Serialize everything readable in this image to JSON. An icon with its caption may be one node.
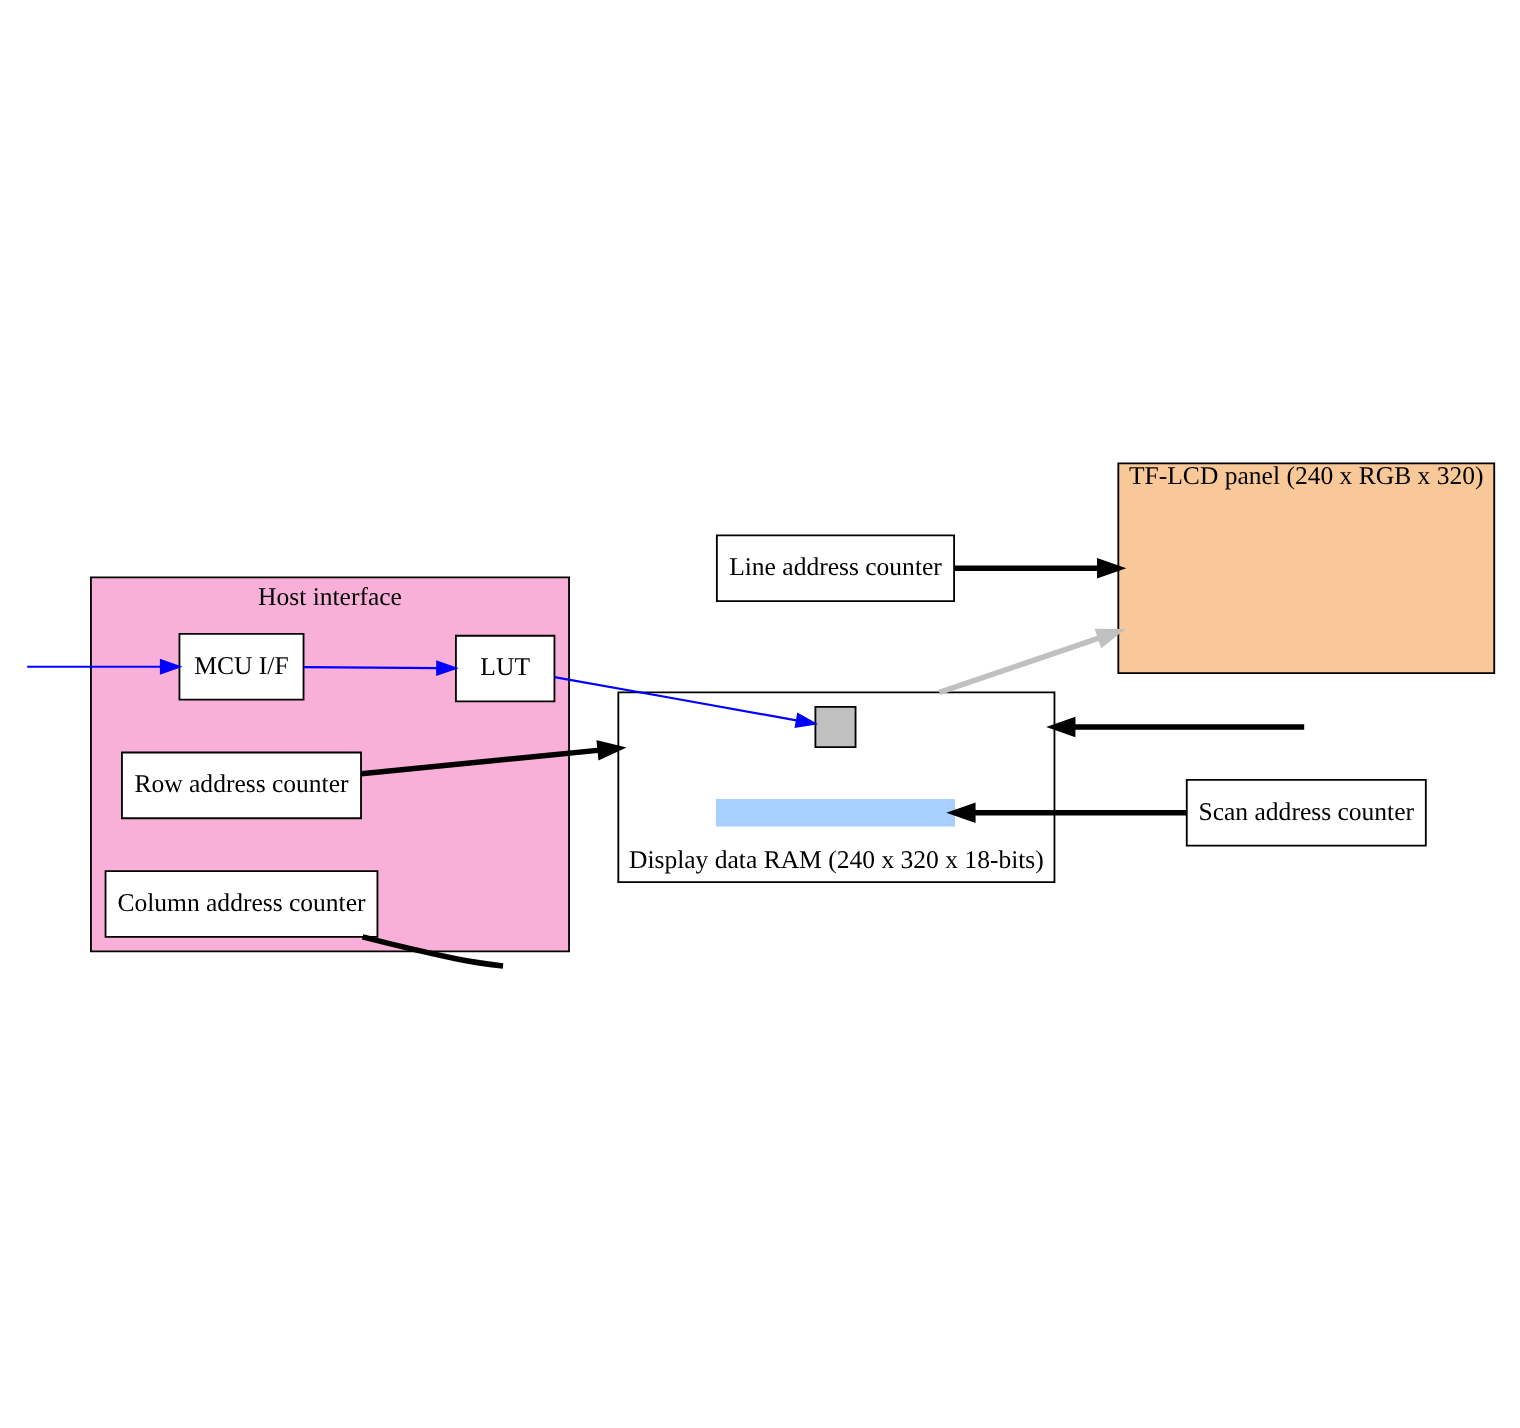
{
  "diagram": {
    "nodes": [
      {
        "text": [
          "TF-LCD panel (240 x RGB x 320)"
        ]
      },
      {
        "text": [
          "Host interface"
        ]
      },
      {
        "text": [
          "MCU I/F"
        ],
        "in": 1
      },
      {
        "text": [
          "LUT"
        ],
        "in": 1
      },
      {
        "text": [
          "Row address counter"
        ],
        "in": 1
      },
      {
        "text": [
          "Column address counter"
        ],
        "in": 1
      },
      {
        "text": [
          "Display data RAM (240 x 320 x 18-bits)"
        ]
      },
      {
        "text": [],
        "shape": "box",
        "in": 6
      },
      {
        "text": [],
        "shape": "bar",
        "in": 6
      },
      {
        "text": [
          "Line address counter"
        ]
      },
      {
        "text": [
          "Scan address counter"
        ]
      }
    ],
    "edges": [
      {
        "from": null,
        "to": 2,
        "arrow": "to",
        "color": "#0000ff"
      },
      {
        "from": 2,
        "to": 3,
        "arrow": "to",
        "color": "#0000ff"
      },
      {
        "from": 3,
        "to": 7,
        "arrow": "to",
        "color": "#0000ff"
      },
      {
        "from": 4,
        "to": 6,
        "arrow": "to"
      },
      {
        "from": 6,
        "to": 0,
        "arrow": "to",
        "color": "#c0c0c0"
      },
      {
        "from": 9,
        "to": 0,
        "arrow": "to"
      },
      {
        "from": 10,
        "to": 8,
        "arrow": "to"
      },
      {
        "from": 5,
        "to": null,
        "arrow": "none"
      },
      {
        "from": null,
        "to": 6,
        "arrow": "to"
      }
    ]
  }
}
